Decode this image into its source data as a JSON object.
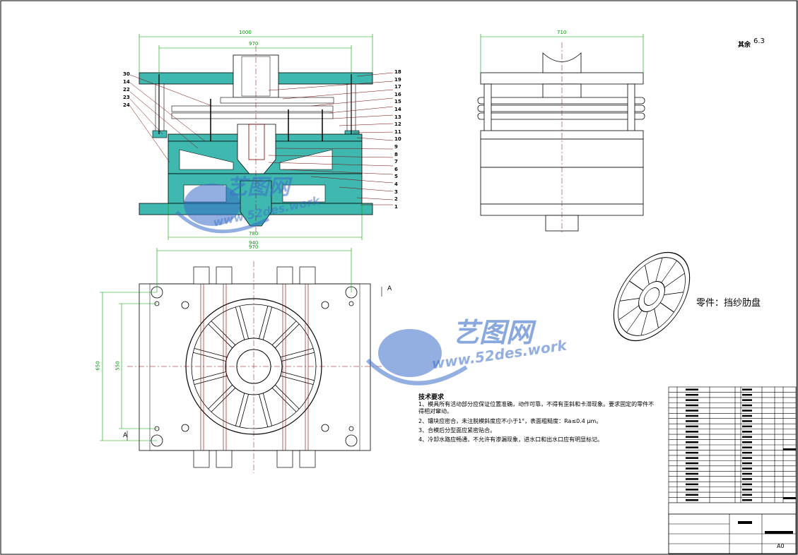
{
  "drawing": {
    "part_label": "零件：挡纱肋盘",
    "roughness_label": "其余",
    "roughness_value": "6.3",
    "section_mark_a1": "A",
    "section_mark_a2": "A",
    "sheet_size": "A0"
  },
  "dimensions": {
    "top_overall": "1000",
    "top_inner": "970",
    "front_bottom_1": "780",
    "front_bottom_2": "940",
    "plan_top": "970",
    "plan_height_outer": "650",
    "plan_height_inner": "550",
    "side_width": "710"
  },
  "callouts_left": [
    "30",
    "14",
    "22",
    "23",
    "24"
  ],
  "callouts_right": [
    "18",
    "19",
    "17",
    "16",
    "15",
    "14",
    "13",
    "12",
    "11",
    "10",
    "9",
    "8",
    "7",
    "6",
    "5",
    "4",
    "3",
    "2",
    "1"
  ],
  "notes": {
    "title": "技术要求",
    "lines": [
      "1、模具所有活动部分应保证位置准确，动作可靠，不得有歪斜和卡滞现象。要求固定的零件不得相对窜动。",
      "2、镶块应密合，未注脱模斜度应不小于1°，表面粗糙度：Ra≤0.4 μm。",
      "3、合模后分型面应紧密贴合。",
      "4、冷却水路应畅通，不允许有渗漏现象，进水口和出水口应有明显标记。"
    ]
  },
  "watermark": {
    "brand": "艺图网",
    "url": "www.52des.work"
  },
  "colors": {
    "mold_fill": "#3fb8b0",
    "line": "#000000",
    "dimension": "#00a000",
    "leader": "#7a0000",
    "watermark": "#3b6fc9"
  }
}
